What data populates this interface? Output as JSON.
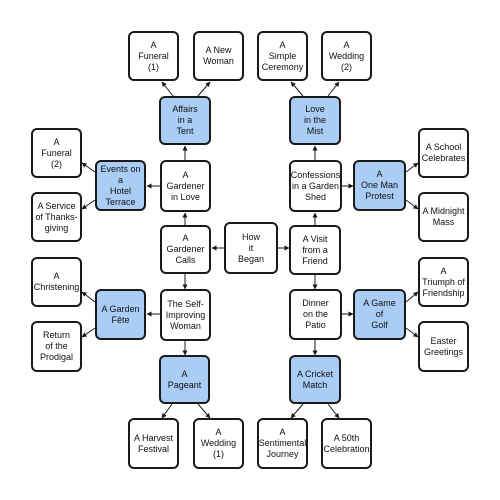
{
  "colors": {
    "highlight": "#a9cdf5",
    "node": "#ffffff",
    "border": "#1a1a1a",
    "edge": "#1a1a1a"
  },
  "nodes": {
    "how_it_began": "How\nit\nBegan",
    "gardener_calls": "A\nGardener\nCalls",
    "visit_from_friend": "A Visit\nfrom a\nFriend",
    "gardener_in_love": "A\nGardener\nin Love",
    "confessions": "Confessions\nin a Garden\nShed",
    "self_improving": "The Self-\nImproving\nWoman",
    "dinner_patio": "Dinner\non the\nPatio",
    "affairs_tent": "Affairs\nin a\nTent",
    "love_mist": "Love\nin the\nMist",
    "events_hotel": "Events on a\nHotel\nTerrace",
    "one_man_protest": "A\nOne Man\nProtest",
    "garden_fete": "A Garden\nFête",
    "game_golf": "A Game\nof\nGolf",
    "pageant": "A\nPageant",
    "cricket_match": "A Cricket\nMatch",
    "funeral_1": "A\nFuneral\n(1)",
    "new_woman": "A New\nWoman",
    "simple_ceremony": "A\nSimple\nCeremony",
    "wedding_2": "A\nWedding\n(2)",
    "funeral_2": "A\nFuneral\n(2)",
    "service_thanksgiving": "A Service\nof Thanks-\ngiving",
    "school_celebrates": "A School\nCelebrates",
    "midnight_mass": "A Midnight\nMass",
    "christening": "A\nChristening",
    "return_prodigal": "Return\nof the\nProdigal",
    "triumph_friendship": "A\nTriumph of\nFriendship",
    "easter_greetings": "Easter\nGreetings",
    "harvest_festival": "A Harvest\nFestival",
    "wedding_1": "A\nWedding\n(1)",
    "sentimental_journey": "A\nSentimental\nJourney",
    "fiftieth_celebration": "A 50th\nCelebration"
  }
}
